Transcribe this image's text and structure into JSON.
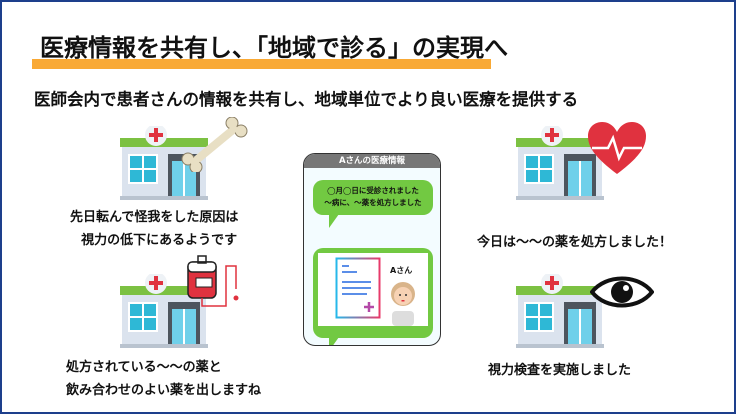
{
  "title": "医療情報を共有し、「地域で診る」の実現へ",
  "subtitle": "医師会内で患者さんの情報を共有し、地域単位でより良い医療を提供する",
  "clinics": [
    {
      "icon": "bone-icon",
      "lines": [
        "先日転んで怪我をした原因は",
        "視力の低下にあるようです"
      ]
    },
    {
      "icon": "blood-bag-icon",
      "lines": [
        "処方されている〜〜の薬と",
        "飲み合わせのよい薬を出しますね"
      ]
    },
    {
      "icon": "heart-icon",
      "lines": [
        "今日は〜〜の薬を処方しました！"
      ]
    },
    {
      "icon": "eye-icon",
      "lines": [
        "視力検査を実施しました"
      ]
    }
  ],
  "panel": {
    "header": "Aさんの医療情報",
    "message_lines": [
      "◯月◯日に受診されました",
      "〜病に、〜薬を処方しました"
    ],
    "patient_label": "Aさん"
  },
  "colors": {
    "accent": "#f9a935",
    "border": "#1d3f8c",
    "green": "#72c942",
    "red": "#e0323f"
  }
}
